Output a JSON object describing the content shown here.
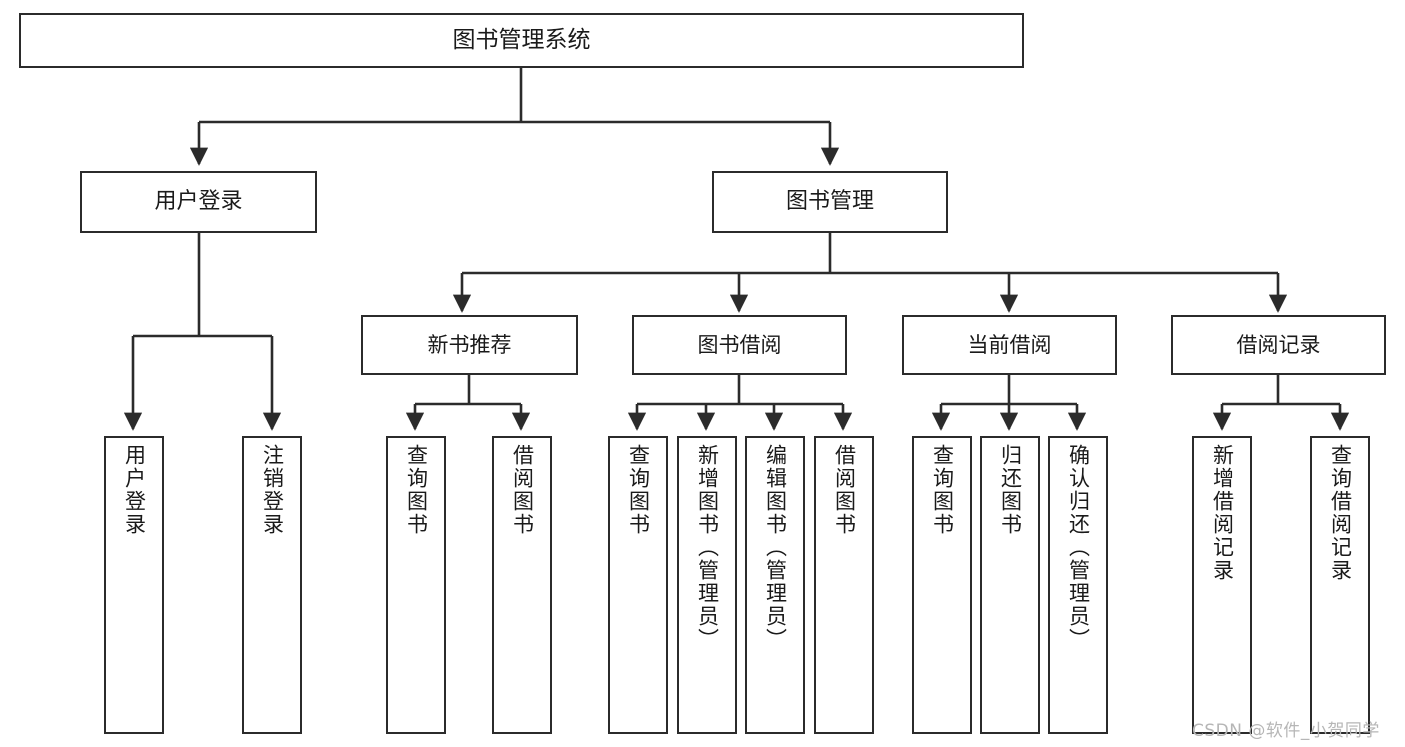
{
  "diagram": {
    "title": "图书管理系统",
    "type": "tree-hierarchy-chart",
    "watermark": "CSDN @软件_小贺同学",
    "colors": {
      "box_border": "#2b2b2b",
      "box_fill": "#ffffff",
      "edge": "#2b2b2b",
      "text": "#1a1a1a",
      "watermark": "#b6b6b6",
      "background": "#ffffff"
    },
    "root": {
      "label": "图书管理系统"
    },
    "level2": [
      {
        "label": "用户登录"
      },
      {
        "label": "图书管理"
      }
    ],
    "user_login_leaves": [
      {
        "label": "用户登录"
      },
      {
        "label": "注销登录"
      }
    ],
    "level3": [
      {
        "label": "新书推荐"
      },
      {
        "label": "图书借阅"
      },
      {
        "label": "当前借阅"
      },
      {
        "label": "借阅记录"
      }
    ],
    "new_book_leaves": [
      {
        "label": "查询图书"
      },
      {
        "label": "借阅图书"
      }
    ],
    "borrow_leaves": [
      {
        "label": "查询图书"
      },
      {
        "label": "新增图书（管理员）"
      },
      {
        "label": "编辑图书（管理员）"
      },
      {
        "label": "借阅图书"
      }
    ],
    "current_borrow_leaves": [
      {
        "label": "查询图书"
      },
      {
        "label": "归还图书"
      },
      {
        "label": "确认归还（管理员）"
      }
    ],
    "record_leaves": [
      {
        "label": "新增借阅记录"
      },
      {
        "label": "查询借阅记录"
      }
    ]
  }
}
